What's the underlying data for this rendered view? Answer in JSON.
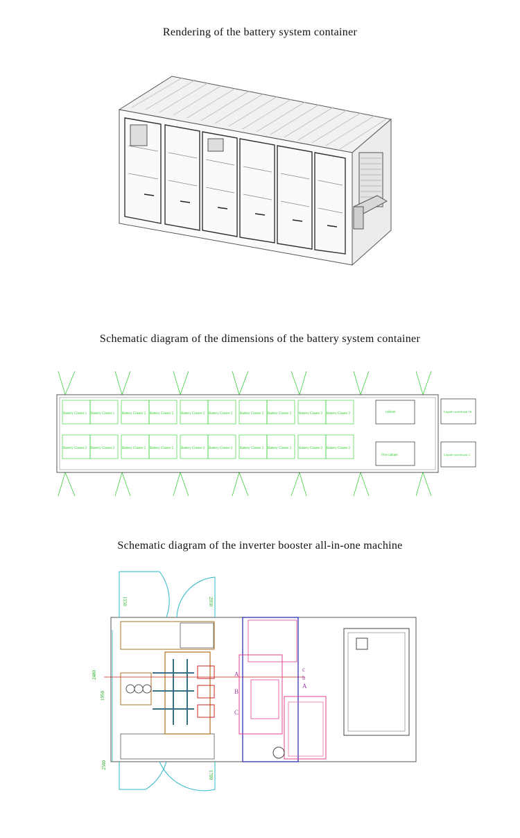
{
  "captions": {
    "rendering": "Rendering of the battery system container",
    "dimensions": "Schematic diagram of the dimensions of the battery system container",
    "inverter": "Schematic diagram of the inverter booster all-in-one machine"
  },
  "dimension_plan": {
    "clusters_row1": [
      "Battery Cluster 1",
      "Battery Cluster 1",
      "Battery Cluster 2",
      "Battery Cluster 2",
      "Battery Cluster 2",
      "Battery Cluster 2",
      "Battery Cluster 2",
      "Battery Cluster 2",
      "Battery Cluster 2",
      "Battery Cluster 2"
    ],
    "clusters_row2": [
      "Battery Cluster 2",
      "Battery Cluster 2",
      "Battery Cluster 2",
      "Battery Cluster 2",
      "Battery Cluster 2",
      "Battery Cluster 2",
      "Battery Cluster 2",
      "Battery Cluster 2",
      "Battery Cluster 2",
      "Battery Cluster 2"
    ],
    "cabinet_top": "cabinet",
    "cabinet_bottom": "Fire cabinet",
    "liquid_top": "Liquid-cooled unit 1#",
    "liquid_bottom": "Liquid-cooled unit 2"
  },
  "inverter_plan": {
    "phase_labels": [
      "A",
      "B",
      "C"
    ],
    "phase_labels_right": [
      "c",
      "b",
      "A"
    ],
    "dims": [
      "1150",
      "2950",
      "2480",
      "1950",
      "2500",
      "1700"
    ]
  },
  "colors": {
    "line": "#444444",
    "green": "#22cc22",
    "cyan": "#2ab7c7",
    "magenta": "#e0408c",
    "blue": "#2020b0",
    "brown": "#b07020",
    "red": "#cc2020"
  }
}
